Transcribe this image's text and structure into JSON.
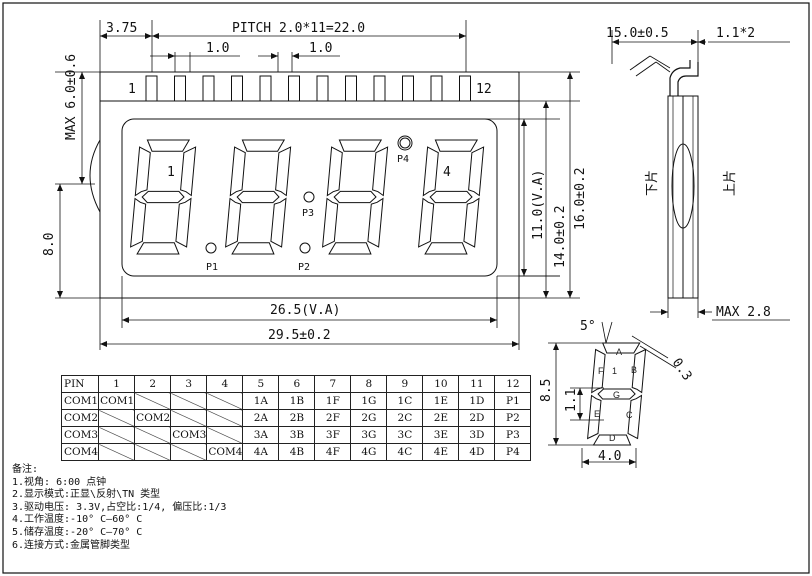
{
  "front_view": {
    "pitch_label": "PITCH 2.0*11=22.0",
    "dim_3_75": "3.75",
    "dim_1_0_a": "1.0",
    "dim_1_0_b": "1.0",
    "dim_max_6": "MAX 6.0±0.6",
    "dim_8_0": "8.0",
    "pin_first": "1",
    "pin_last": "12",
    "digit_label_1": "1",
    "digit_label_4": "4",
    "dp_labels": [
      "P1",
      "P2",
      "P3",
      "P4"
    ],
    "dim_11_va": "11.0(V.A)",
    "dim_14": "14.0±0.2",
    "dim_16": "16.0±0.2",
    "dim_26_5": "26.5(V.A)",
    "dim_29_5": "29.5±0.2"
  },
  "side_view": {
    "dim_15": "15.0±0.5",
    "dim_1_1": "1.1*2",
    "lower_glass": "下片",
    "upper_glass": "上片",
    "dim_max_2_8": "MAX 2.8"
  },
  "segment_detail": {
    "angle": "5°",
    "dim_0_3": "0.3",
    "dim_8_5": "8.5",
    "dim_1_1": "1.1",
    "dim_4_0": "4.0",
    "digit": "1",
    "segments": [
      "A",
      "B",
      "C",
      "D",
      "E",
      "F",
      "G"
    ]
  },
  "pin_table": {
    "header": [
      "PIN",
      "1",
      "2",
      "3",
      "4",
      "5",
      "6",
      "7",
      "8",
      "9",
      "10",
      "11",
      "12"
    ],
    "rows": [
      [
        "COM1",
        "COM1",
        "",
        "",
        "",
        "1A",
        "1B",
        "1F",
        "1G",
        "1C",
        "1E",
        "1D",
        "P1"
      ],
      [
        "COM2",
        "",
        "COM2",
        "",
        "",
        "2A",
        "2B",
        "2F",
        "2G",
        "2C",
        "2E",
        "2D",
        "P2"
      ],
      [
        "COM3",
        "",
        "",
        "COM3",
        "",
        "3A",
        "3B",
        "3F",
        "3G",
        "3C",
        "3E",
        "3D",
        "P3"
      ],
      [
        "COM4",
        "",
        "",
        "",
        "COM4",
        "4A",
        "4B",
        "4F",
        "4G",
        "4C",
        "4E",
        "4D",
        "P4"
      ]
    ]
  },
  "notes": {
    "title": "备注:",
    "items": [
      "1.视角: 6:00 点钟",
      "2.显示模式:正显\\反射\\TN 类型",
      "3.驱动电压: 3.3V,占空比:1/4, 偏压比:1/3",
      "4.工作温度:-10° C—60° C",
      "5.储存温度:-20° C—70° C",
      "6.连接方式:金属管脚类型"
    ]
  }
}
